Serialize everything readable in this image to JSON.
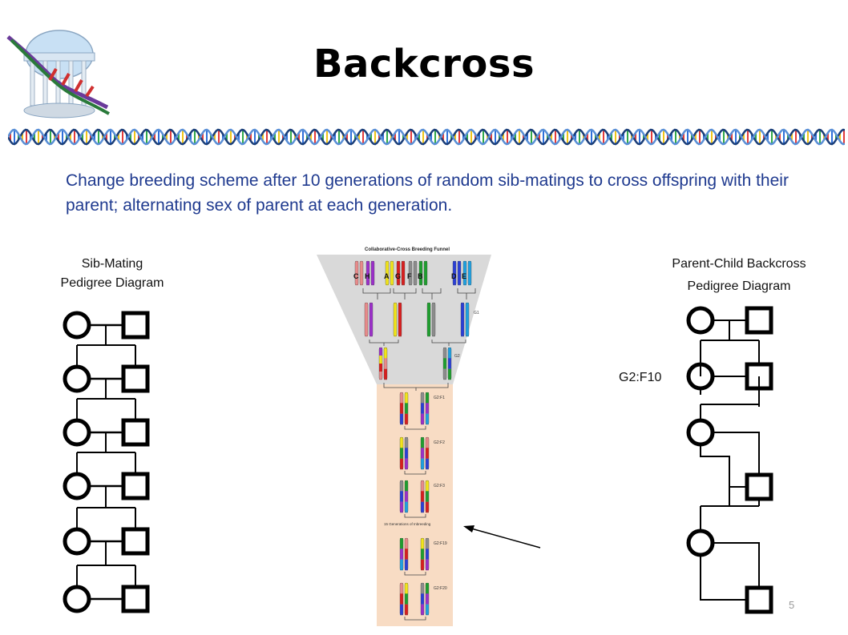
{
  "slide": {
    "title": "Backcross",
    "intro": "Change breeding scheme after 10 generations of random sib-matings to cross offspring with their parent; alternating sex of parent at each generation.",
    "page_number": "5"
  },
  "left_diagram": {
    "label_line1": "Sib-Mating",
    "label_line2": "Pedigree Diagram",
    "generations": 6
  },
  "right_diagram": {
    "label_line1": "Parent-Child Backcross",
    "label_line2": "Pedigree Diagram",
    "generation_label": "G2:F10"
  },
  "funnel": {
    "title": "Collaborative-Cross Breeding Funnel",
    "founders": [
      "C",
      "H",
      "A",
      "G",
      "F",
      "B",
      "D",
      "E"
    ],
    "founder_colors": [
      "#e88a8a",
      "#9b2fc9",
      "#f2e51a",
      "#d81e1e",
      "#8c8c8c",
      "#1e9e2e",
      "#2b3fd6",
      "#1ea0e0"
    ],
    "stage_labels": [
      "G1",
      "G2",
      "G2:F1",
      "G2:F2",
      "G2:F3",
      "15 Generations of Inbreeding",
      "G2:F19",
      "G2:F20"
    ]
  },
  "colors": {
    "intro_text": "#1f3a8f",
    "funnel_grey": "#d9d9d9",
    "funnel_peach": "#f8dcc4"
  }
}
